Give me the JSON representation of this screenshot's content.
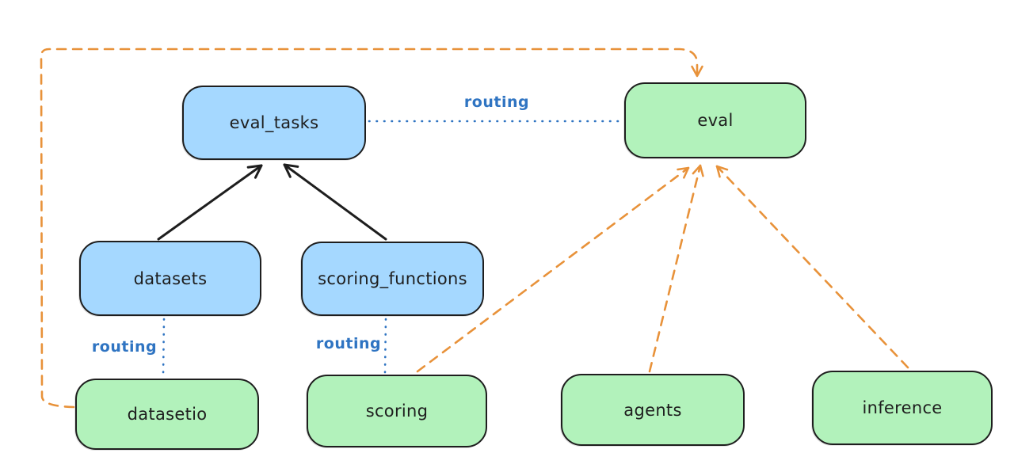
{
  "colors": {
    "stroke": "#1e1e1e",
    "registry_fill": "#a5d8ff",
    "api_fill": "#b2f2bb",
    "routing_blue": "#2f74c2",
    "provider_orange": "#e8923a"
  },
  "nodes": {
    "eval_tasks": {
      "label": "eval_tasks"
    },
    "eval": {
      "label": "eval"
    },
    "datasets": {
      "label": "datasets"
    },
    "scoring_functions": {
      "label": "scoring_functions"
    },
    "datasetio": {
      "label": "datasetio"
    },
    "scoring": {
      "label": "scoring"
    },
    "agents": {
      "label": "agents"
    },
    "inference": {
      "label": "inference"
    }
  },
  "edge_labels": {
    "eval_tasks_to_eval": "routing",
    "datasets_to_datasetio": "routing",
    "scoring_functions_to_scoring": "routing"
  }
}
